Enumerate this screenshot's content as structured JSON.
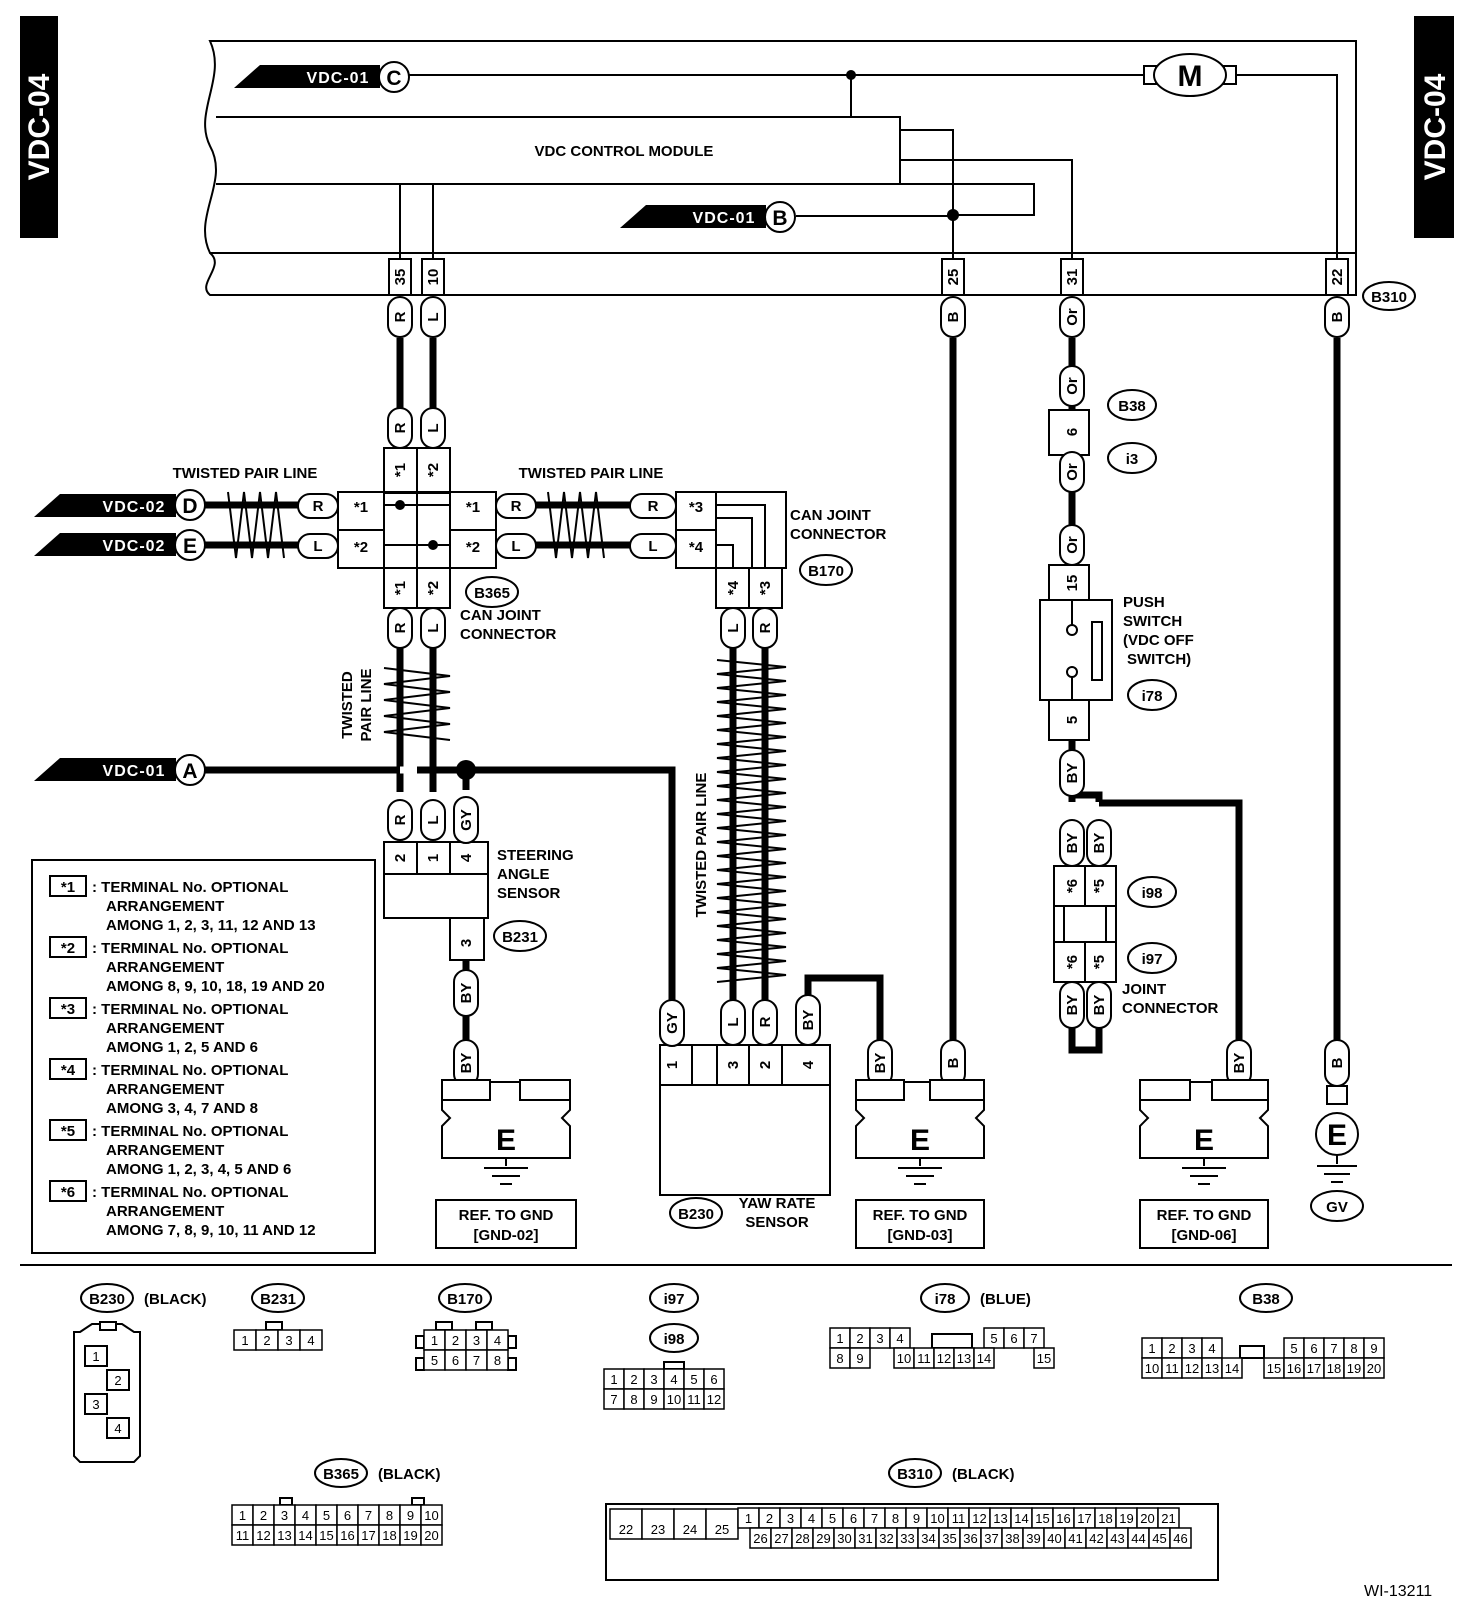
{
  "page": {
    "side_tag": "VDC-04",
    "figure_id": "WI-13211"
  },
  "module": {
    "name": "VDC CONTROL MODULE",
    "connector": "B310",
    "motor_symbol": "M",
    "terminals": [
      {
        "no": "35",
        "color": "R"
      },
      {
        "no": "10",
        "color": "L"
      },
      {
        "no": "25",
        "color": "B"
      },
      {
        "no": "31",
        "color": "Or"
      },
      {
        "no": "22",
        "color": "B"
      }
    ]
  },
  "refs": {
    "c": {
      "page": "VDC-01",
      "letter": "C"
    },
    "b": {
      "page": "VDC-01",
      "letter": "B"
    },
    "d": {
      "page": "VDC-02",
      "letter": "D"
    },
    "e": {
      "page": "VDC-02",
      "letter": "E"
    },
    "a": {
      "page": "VDC-01",
      "letter": "A"
    }
  },
  "labels": {
    "twisted_pair": "TWISTED PAIR LINE",
    "twisted_pair_l1": "TWISTED",
    "twisted_pair_l2": "PAIR LINE",
    "can_joint_l1": "CAN JOINT",
    "can_joint_l2": "CONNECTOR",
    "steering_l1": "STEERING",
    "steering_l2": "ANGLE",
    "steering_l3": "SENSOR",
    "yaw_l1": "YAW RATE",
    "yaw_l2": "SENSOR",
    "push_l1": "PUSH",
    "push_l2": "SWITCH",
    "push_l3": "(VDC OFF",
    "push_l4": "SWITCH)",
    "joint_l1": "JOINT",
    "joint_l2": "CONNECTOR"
  },
  "connectors": {
    "b365": "B365",
    "b170": "B170",
    "b231": "B231",
    "b230": "B230",
    "b38": "B38",
    "i3": "i3",
    "i78": "i78",
    "i98": "i98",
    "i97": "i97",
    "b310": "B310"
  },
  "wire_colors": {
    "r": "R",
    "l": "L",
    "b": "B",
    "or": "Or",
    "by": "BY",
    "gy": "GY"
  },
  "pins": {
    "star1": "*1",
    "star2": "*2",
    "star3": "*3",
    "star4": "*4",
    "star5": "*5",
    "star6": "*6",
    "p1": "1",
    "p2": "2",
    "p3": "3",
    "p4": "4",
    "p5": "5",
    "p6": "6",
    "p15": "15"
  },
  "grounds": {
    "symbol": "E",
    "gnd02": {
      "line1": "REF. TO GND",
      "line2": "[GND-02]"
    },
    "gnd03": {
      "line1": "REF. TO GND",
      "line2": "[GND-03]"
    },
    "gnd06": {
      "line1": "REF. TO GND",
      "line2": "[GND-06]"
    },
    "gv": "GV"
  },
  "legend": [
    {
      "mark": "*1",
      "line1": ": TERMINAL No. OPTIONAL",
      "line2": "ARRANGEMENT",
      "line3": "AMONG 1, 2, 3, 11, 12 AND 13"
    },
    {
      "mark": "*2",
      "line1": ": TERMINAL No. OPTIONAL",
      "line2": "ARRANGEMENT",
      "line3": "AMONG 8, 9, 10, 18, 19 AND 20"
    },
    {
      "mark": "*3",
      "line1": ": TERMINAL No. OPTIONAL",
      "line2": "ARRANGEMENT",
      "line3": "AMONG 1, 2, 5 AND 6"
    },
    {
      "mark": "*4",
      "line1": ": TERMINAL No. OPTIONAL",
      "line2": "ARRANGEMENT",
      "line3": "AMONG 3, 4, 7 AND 8"
    },
    {
      "mark": "*5",
      "line1": ": TERMINAL No. OPTIONAL",
      "line2": "ARRANGEMENT",
      "line3": "AMONG 1, 2, 3, 4, 5 AND 6"
    },
    {
      "mark": "*6",
      "line1": ": TERMINAL No. OPTIONAL",
      "line2": "ARRANGEMENT",
      "line3": "AMONG 7, 8, 9, 10, 11 AND 12"
    }
  ],
  "connector_views": {
    "b230": {
      "name": "B230",
      "color": "(BLACK)"
    },
    "b231": {
      "name": "B231"
    },
    "b170": {
      "name": "B170"
    },
    "i97": {
      "name": "i97"
    },
    "i98": {
      "name": "i98"
    },
    "i78": {
      "name": "i78",
      "color": "(BLUE)"
    },
    "b38": {
      "name": "B38"
    },
    "b365": {
      "name": "B365",
      "color": "(BLACK)"
    },
    "b310": {
      "name": "B310",
      "color": "(BLACK)"
    }
  },
  "pin_grids": {
    "b231": [
      [
        "1",
        "2",
        "3",
        "4"
      ]
    ],
    "b170": [
      [
        "1",
        "2",
        "3",
        "4"
      ],
      [
        "5",
        "6",
        "7",
        "8"
      ]
    ],
    "i97": [
      [
        "1",
        "2",
        "3",
        "4",
        "5",
        "6"
      ],
      [
        "7",
        "8",
        "9",
        "10",
        "11",
        "12"
      ]
    ],
    "i78a": [
      [
        "1",
        "2",
        "3",
        "4"
      ],
      [
        "8",
        "9"
      ]
    ],
    "i78b": [
      [
        "5",
        "6",
        "7"
      ]
    ],
    "i78c": [
      [
        "10",
        "11",
        "12",
        "13",
        "14"
      ]
    ],
    "i78d": [
      [
        "15"
      ]
    ],
    "b38a": [
      [
        "1",
        "2",
        "3",
        "4"
      ],
      [
        "10",
        "11",
        "12",
        "13",
        "14"
      ]
    ],
    "b38b": [
      [
        "5",
        "6",
        "7",
        "8",
        "9"
      ],
      [
        "15",
        "16",
        "17",
        "18",
        "19",
        "20"
      ]
    ],
    "b365": [
      [
        "1",
        "2",
        "3",
        "4",
        "5",
        "6",
        "7",
        "8",
        "9",
        "10"
      ],
      [
        "11",
        "12",
        "13",
        "14",
        "15",
        "16",
        "17",
        "18",
        "19",
        "20"
      ]
    ],
    "b310big": [
      [
        "22",
        "23",
        "24",
        "25"
      ]
    ],
    "b310a": [
      [
        "1",
        "2",
        "3",
        "4",
        "5",
        "6",
        "7",
        "8",
        "9",
        "10",
        "11",
        "12",
        "13",
        "14",
        "15",
        "16",
        "17",
        "18",
        "19",
        "20",
        "21"
      ]
    ],
    "b310b": [
      [
        "26",
        "27",
        "28",
        "29",
        "30",
        "31",
        "32",
        "33",
        "34",
        "35",
        "36",
        "37",
        "38",
        "39",
        "40",
        "41",
        "42",
        "43",
        "44",
        "45",
        "46"
      ]
    ]
  },
  "b230_pins": [
    "1",
    "2",
    "3",
    "4"
  ]
}
